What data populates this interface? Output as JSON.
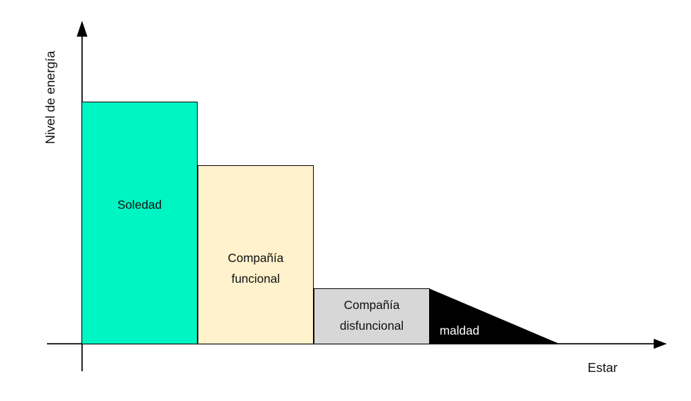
{
  "chart_data": {
    "type": "bar",
    "title": "",
    "xlabel": "Estar",
    "ylabel": "Nivel de energía",
    "categories": [
      "Soledad",
      "Compañía funcional",
      "Compañía disfuncional",
      "maldad"
    ],
    "bars": [
      {
        "label": "Soledad",
        "relative_height": 1.0,
        "color": "#00f5c4"
      },
      {
        "label": "Compañía funcional",
        "relative_height": 0.74,
        "color": "#fff2cc"
      },
      {
        "label": "Compañía disfuncional",
        "relative_height": 0.23,
        "color": "#d7d7d7"
      }
    ],
    "triangle": {
      "label": "maldad",
      "color": "#000000",
      "text_color": "#ffffff",
      "start_relative_height": 0.23,
      "end_relative_height": 0,
      "shape": "right triangle sloping down from the dysfunctional-company bar height to zero on the x-axis"
    },
    "axis_color": "#000000",
    "bar_border_color": "#000000",
    "background_color": "#ffffff",
    "y_numeric_scale": false,
    "grid": false,
    "legend": false
  }
}
